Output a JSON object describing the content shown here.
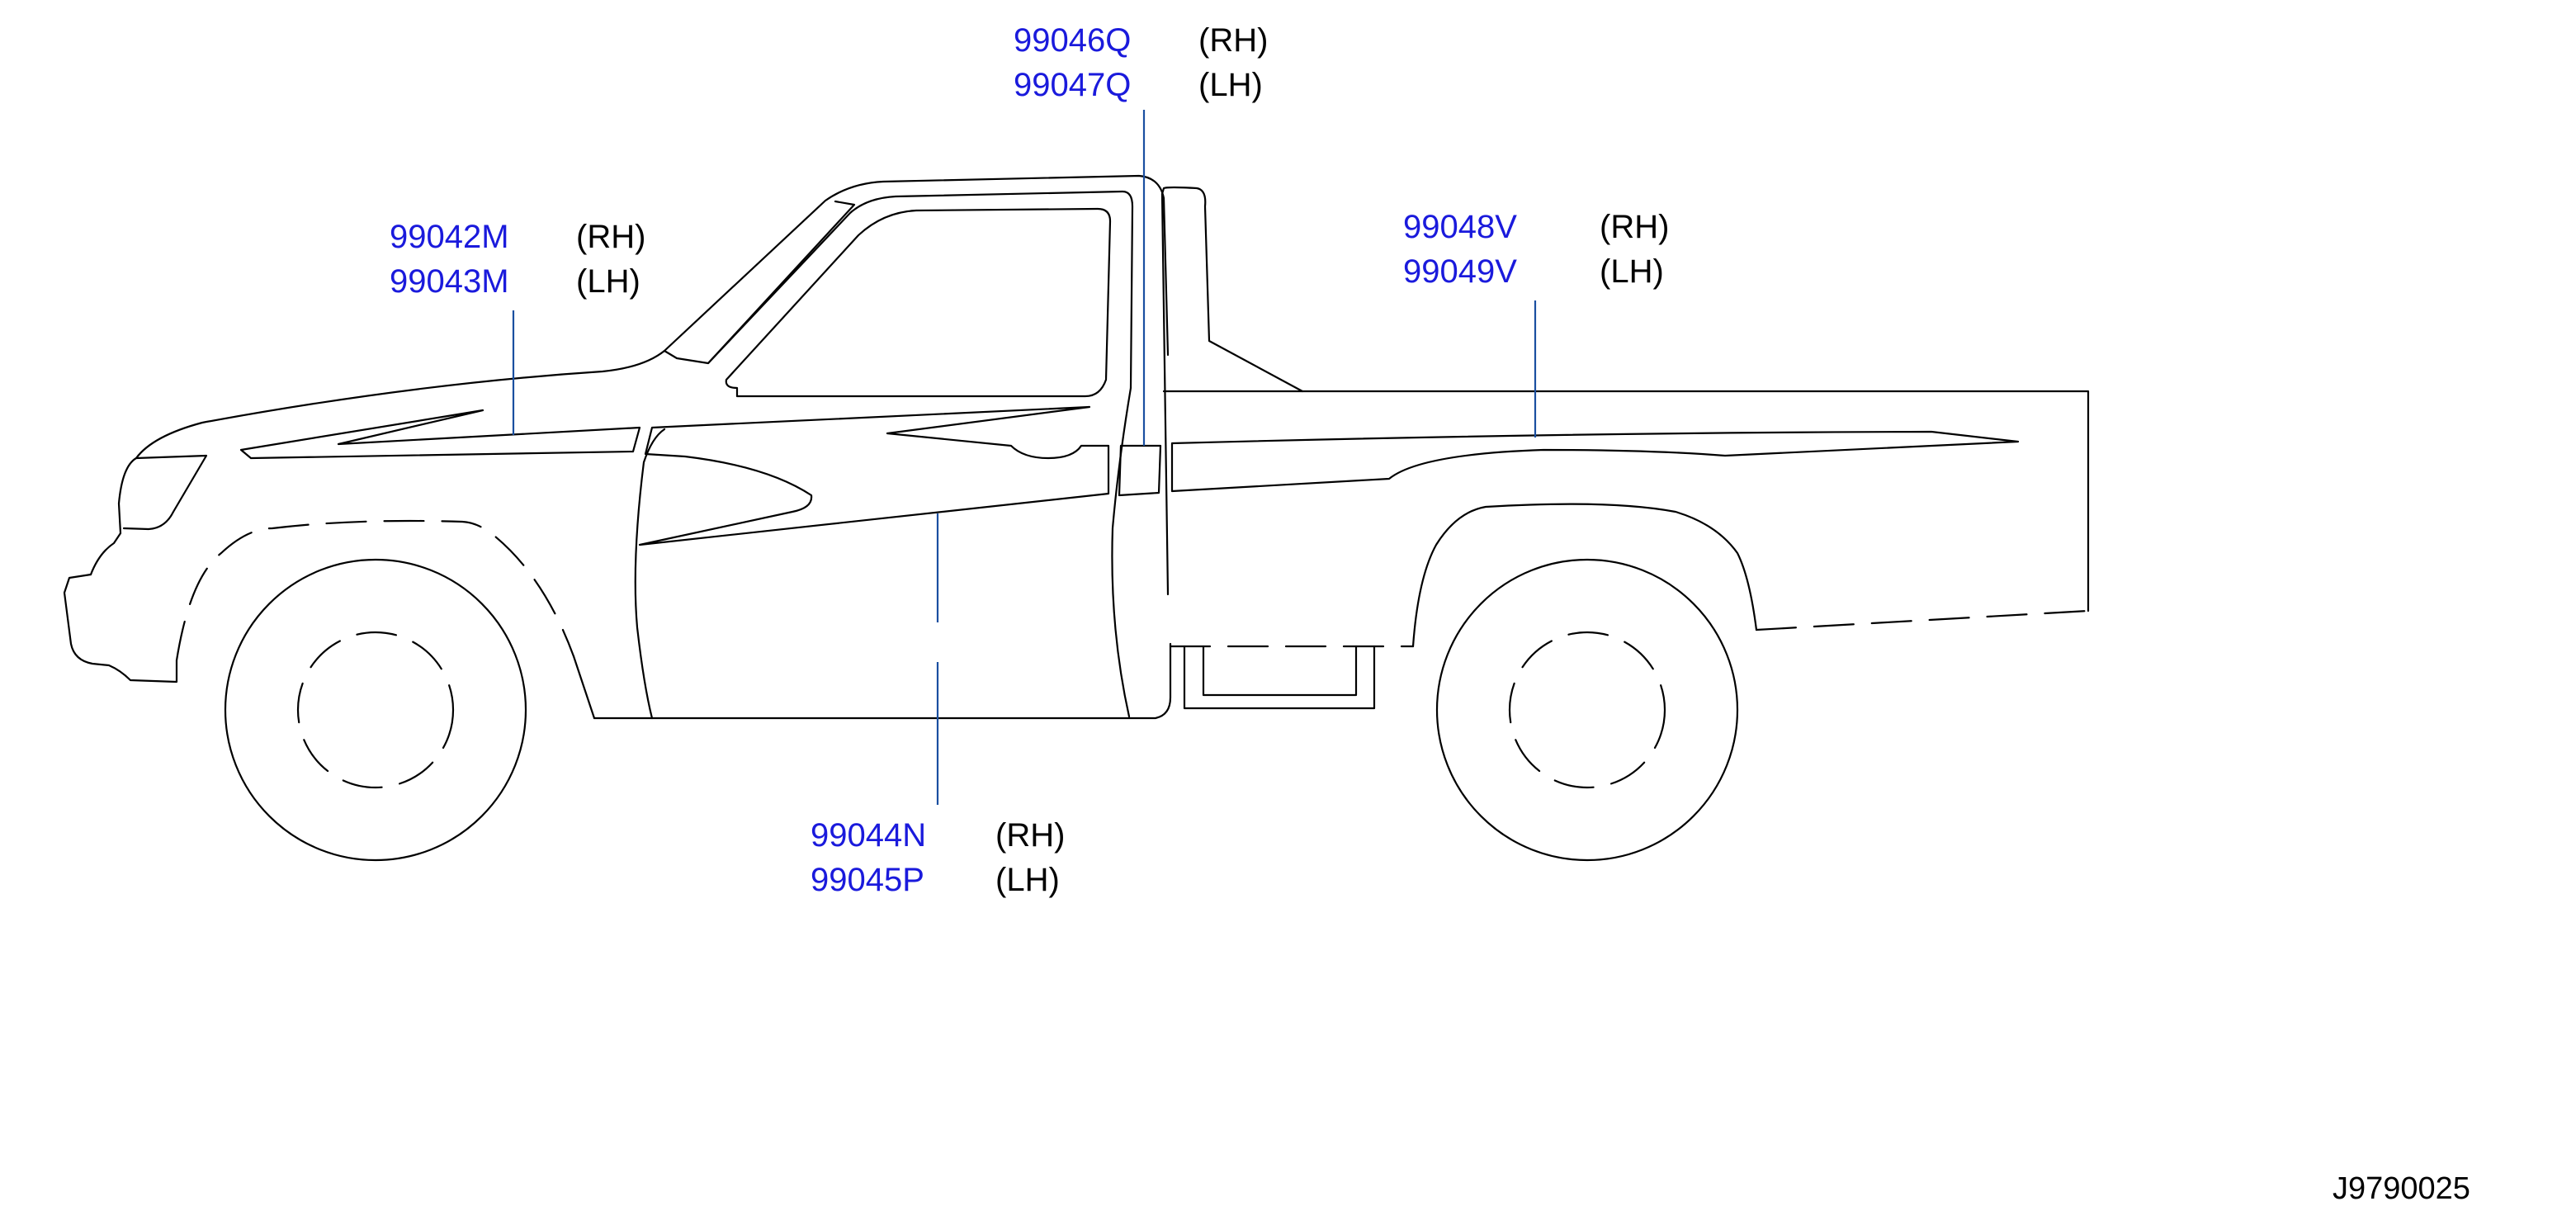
{
  "callouts": {
    "hood": {
      "rh_part": "99042M",
      "rh_side": "(RH)",
      "lh_part": "99043M",
      "lh_side": "(LH)"
    },
    "pillar": {
      "rh_part": "99046Q",
      "rh_side": "(RH)",
      "lh_part": "99047Q",
      "lh_side": "(LH)"
    },
    "door": {
      "rh_part": "99044N",
      "rh_side": "(RH)",
      "lh_part": "99045P",
      "lh_side": "(LH)"
    },
    "bed": {
      "rh_part": "99048V",
      "rh_side": "(RH)",
      "lh_part": "99049V",
      "lh_side": "(LH)"
    }
  },
  "reference_code": "J9790025",
  "colors": {
    "part_number": "#1a1adc",
    "leader": "#1a4fa0",
    "outline": "#000000"
  }
}
